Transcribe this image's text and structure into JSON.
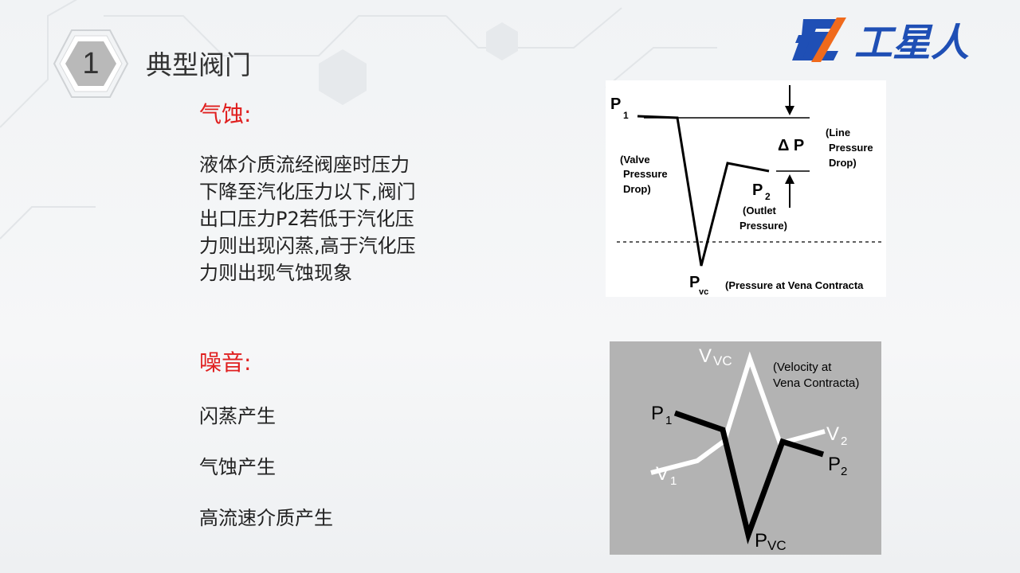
{
  "section": {
    "number": "1",
    "title": "典型阀门"
  },
  "logo": {
    "text": "工星人",
    "colors": {
      "blue": "#1f4fb5",
      "orange": "#f06a1c"
    }
  },
  "cavitation": {
    "heading": "气蚀:",
    "lines": [
      "液体介质流经阀座时压力",
      "下降至汽化压力以下,阀门",
      "出口压力P2若低于汽化压",
      "力则出现闪蒸,高于汽化压",
      "力则出现气蚀现象"
    ]
  },
  "noise": {
    "heading": "噪音:",
    "items": [
      "闪蒸产生",
      "气蚀产生",
      "高流速介质产生"
    ]
  },
  "figure1": {
    "p1_main": "P",
    "p1_sub": "1",
    "valve_drop": [
      "(Valve",
      "Pressure",
      "Drop)"
    ],
    "delta_p": "Δ P",
    "line_drop": [
      "(Line",
      "Pressure",
      "Drop)"
    ],
    "p2_main": "P",
    "p2_sub": "2",
    "outlet": [
      "(Outlet",
      "Pressure)"
    ],
    "pvc_main": "P",
    "pvc_sub": "vc",
    "vena": "(Pressure at Vena Contracta"
  },
  "figure2": {
    "vvc_main": "V",
    "vvc_sub": "VC",
    "velocity_note": [
      "(Velocity at",
      "Vena Contracta)"
    ],
    "p1_main": "P",
    "p1_sub": "1",
    "v1_main": "V",
    "v1_sub": "1",
    "v2_main": "V",
    "v2_sub": "2",
    "p2_main": "P",
    "p2_sub": "2",
    "pvc_main": "P",
    "pvc_sub": "VC"
  },
  "colors": {
    "accent_red": "#e02020",
    "figure2_bg": "#b3b3b3"
  }
}
